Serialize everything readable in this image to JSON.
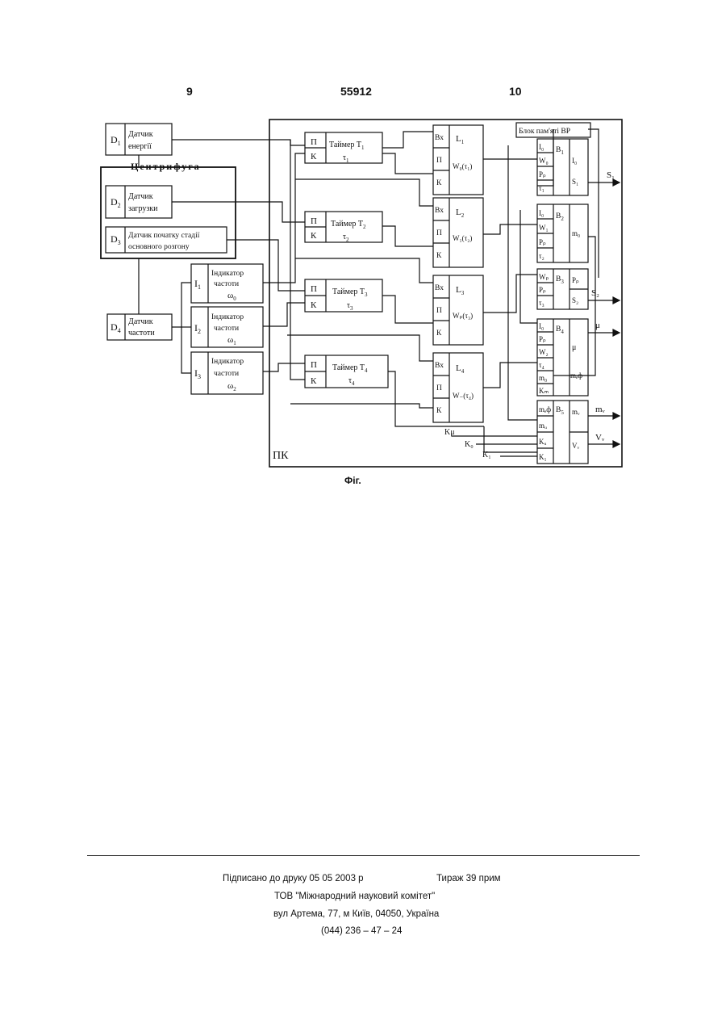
{
  "header": {
    "left_page": "9",
    "patent_number": "55912",
    "right_page": "10"
  },
  "figure": {
    "caption": "Фіг.",
    "centrifuge": "Центрифуга",
    "pk_label": "ПК",
    "sensors": {
      "d1": {
        "id": "D",
        "sub": "1",
        "line1": "Датчик",
        "line2": "енергії"
      },
      "d2": {
        "id": "D",
        "sub": "2",
        "line1": "Датчик",
        "line2": "загрузки"
      },
      "d3": {
        "id": "D",
        "sub": "3",
        "line1": "Датчик початку стадії",
        "line2": "основного розгону"
      },
      "d4": {
        "id": "D",
        "sub": "4",
        "line1": "Датчик",
        "line2": "частоти"
      }
    },
    "indicators": [
      {
        "id": "I",
        "sub": "1",
        "line1": "Індикатор",
        "line2": "частоти",
        "line3": "ω",
        "line3_sub": "0"
      },
      {
        "id": "I",
        "sub": "2",
        "line1": "Індикатор",
        "line2": "частоти",
        "line3": "ω",
        "line3_sub": "1"
      },
      {
        "id": "I",
        "sub": "3",
        "line1": "Індикатор",
        "line2": "частоти",
        "line3": "ω",
        "line3_sub": "2"
      }
    ],
    "timers": [
      {
        "p": "П",
        "k": "К",
        "label": "Таймер T",
        "sub": "1",
        "tau": "τ",
        "tau_sub": "1"
      },
      {
        "p": "П",
        "k": "К",
        "label": "Таймер T",
        "sub": "2",
        "tau": "τ",
        "tau_sub": "2"
      },
      {
        "p": "П",
        "k": "К",
        "label": "Таймер T",
        "sub": "3",
        "tau": "τ",
        "tau_sub": "3"
      },
      {
        "p": "П",
        "k": "К",
        "label": "Таймер T",
        "sub": "4",
        "tau": "τ",
        "tau_sub": "4"
      }
    ],
    "l_blocks": [
      {
        "in": [
          "Вх",
          "П",
          "К"
        ],
        "name": "L",
        "sub": "1",
        "out": "W₀(τ₁)"
      },
      {
        "in": [
          "Вх",
          "П",
          "К"
        ],
        "name": "L",
        "sub": "2",
        "out": "W₁(τ₂)"
      },
      {
        "in": [
          "Вх",
          "П",
          "К"
        ],
        "name": "L",
        "sub": "3",
        "out": "Wₚ(τ₃)"
      },
      {
        "in": [
          "Вх",
          "П",
          "К"
        ],
        "name": "L",
        "sub": "4",
        "out": "W₋(τ₄)"
      }
    ],
    "memory_block": "Блок пам'яті ВР",
    "b_blocks": [
      {
        "name": "B",
        "sub": "1",
        "in": [
          "I₀",
          "W₀",
          "Pₚ",
          "τ₁"
        ],
        "out": [
          "I₀",
          "S₁"
        ]
      },
      {
        "name": "B",
        "sub": "2",
        "in": [
          "I₀",
          "W₁",
          "Pₚ",
          "τ₂"
        ],
        "out": [
          "m₀"
        ]
      },
      {
        "name": "B",
        "sub": "3",
        "in": [
          "Wₚ",
          "Pₚ",
          "τ₃"
        ],
        "out": [
          "Pₚ",
          "S₂"
        ]
      },
      {
        "name": "B",
        "sub": "4",
        "in": [
          "I₀",
          "Pₚ",
          "W₂",
          "τ₄",
          "m₀",
          "Kₘ"
        ],
        "out": [
          "μ",
          "mₑф"
        ]
      },
      {
        "name": "B",
        "sub": "5",
        "in": [
          "mₑф",
          "mᵤ",
          "Kᵤ",
          "K₁"
        ],
        "out": [
          "mᵥ",
          "Vᵥ"
        ]
      }
    ],
    "outputs": [
      "S₁",
      "S₂",
      "μ",
      "mᵥ",
      "Vᵥ"
    ],
    "k_inputs": [
      "Kμ",
      "K₀",
      "K₁"
    ]
  },
  "imprint": {
    "signed": "Підписано до друку 05 05 2003 р",
    "print_run": "Тираж 39 прим",
    "publisher": "ТОВ \"Міжнародний науковий комітет\"",
    "address": "вул  Артема, 77, м  Київ, 04050, Україна",
    "phone": "(044) 236 – 47 – 24"
  }
}
